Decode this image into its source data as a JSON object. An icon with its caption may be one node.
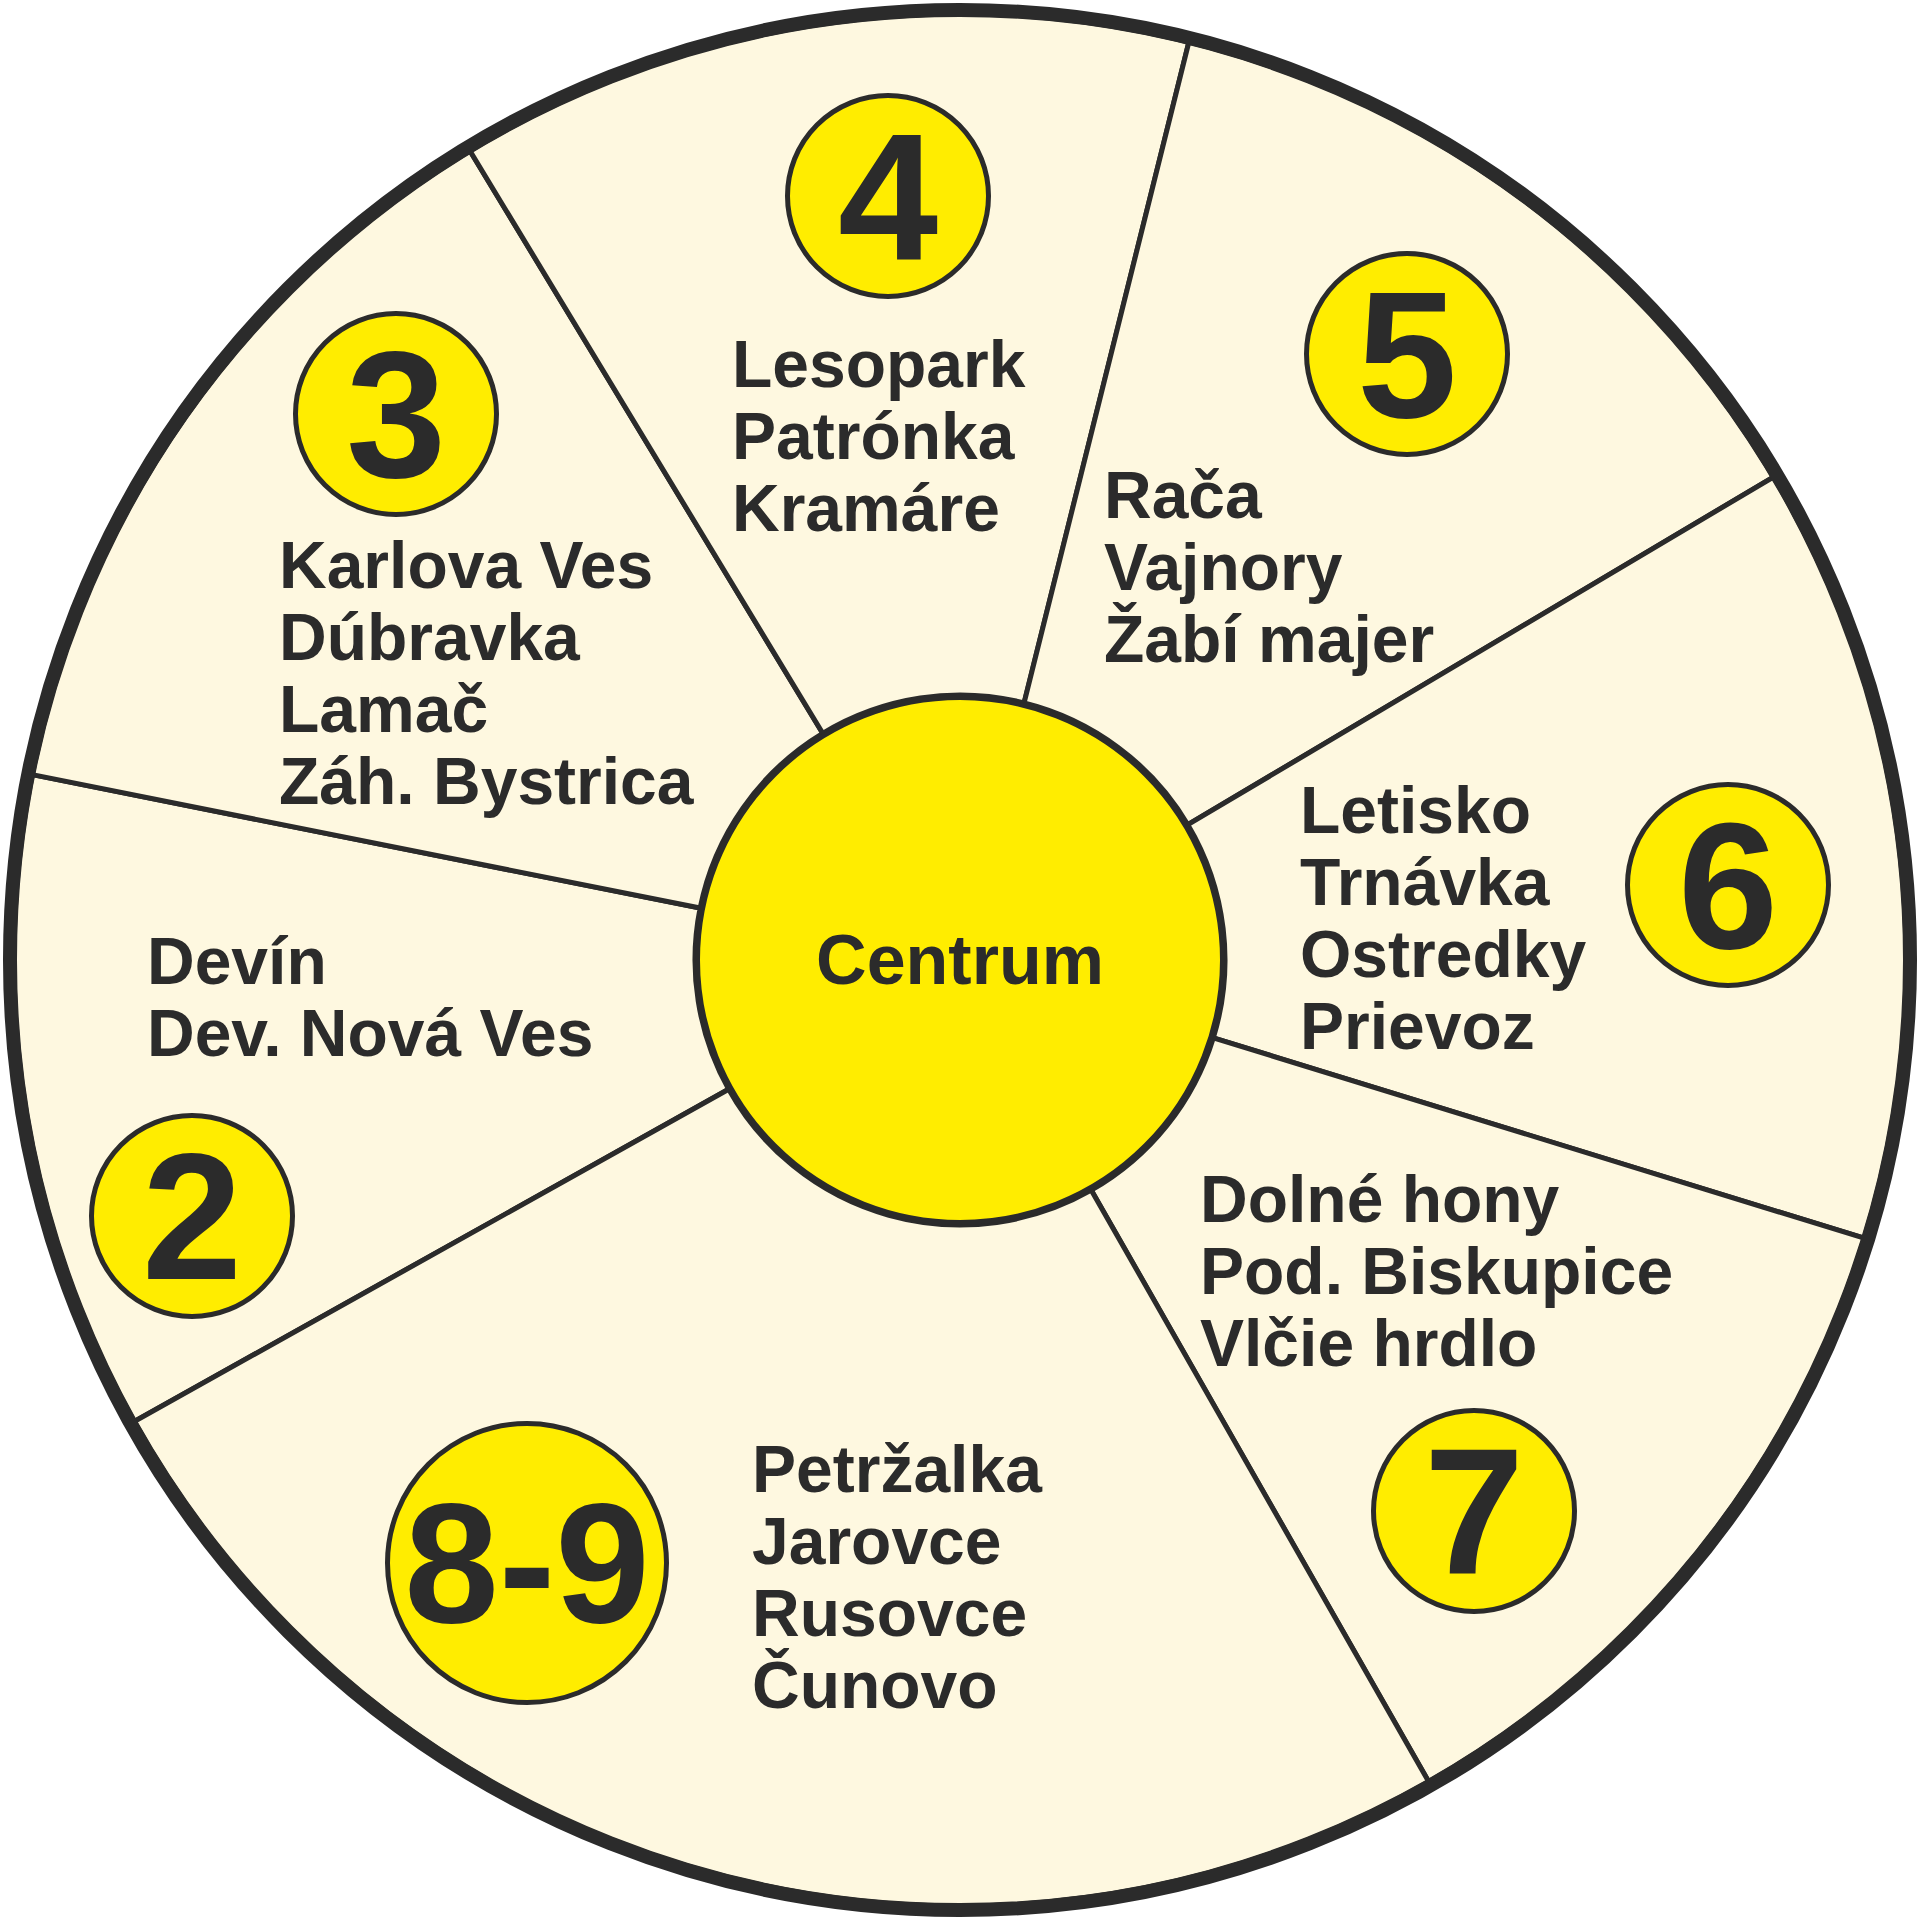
{
  "diagram": {
    "nodes": [
      {
        "text": [
          "Centrum"
        ]
      },
      {
        "text": [
          "Devín",
          "Dev. Nová Ves"
        ]
      },
      {
        "text": [
          "2"
        ],
        "in": 1
      },
      {
        "text": [
          "Karlova Ves",
          "Dúbravka",
          "Lamač",
          "Záh. Bystrica"
        ]
      },
      {
        "text": [
          "3"
        ],
        "in": 3
      },
      {
        "text": [
          "Lesopark",
          "Patrónka",
          "Kramáre"
        ]
      },
      {
        "text": [
          "4"
        ],
        "in": 5
      },
      {
        "text": [
          "Rača",
          "Vajnory",
          "Žabí majer"
        ]
      },
      {
        "text": [
          "5"
        ],
        "in": 7
      },
      {
        "text": [
          "Letisko",
          "Trnávka",
          "Ostredky",
          "Prievoz"
        ]
      },
      {
        "text": [
          "6"
        ],
        "in": 9
      },
      {
        "text": [
          "Dolné hony",
          "Pod. Biskupice",
          "Vlčie hrdlo"
        ]
      },
      {
        "text": [
          "7"
        ],
        "in": 11
      },
      {
        "text": [
          "Petržalka",
          "Jarovce",
          "Rusovce",
          "Čunovo"
        ]
      },
      {
        "text": [
          "8-9"
        ],
        "in": 13
      }
    ],
    "edges": []
  }
}
